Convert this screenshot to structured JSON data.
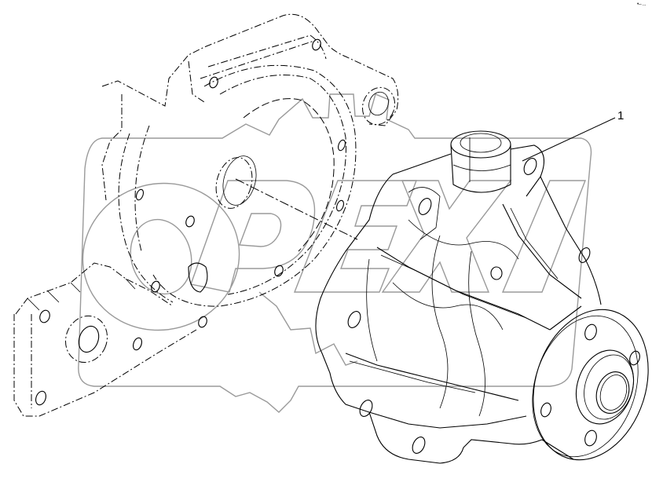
{
  "diagram": {
    "type": "exploded-parts-view",
    "subject": "water pump assembly",
    "background": "#ffffff",
    "line_color": "#000000",
    "watermark": {
      "text": "OPEX",
      "color": "#9a9a9a",
      "style": "outlined gear with italic block letters"
    },
    "callouts": [
      {
        "number": "1",
        "label": "1",
        "target": "water pump"
      }
    ],
    "corner_mark": "•‒ ..."
  },
  "parts": [
    {
      "id": "gasket-housing",
      "name": "pump mounting housing (phantom)",
      "line": "dashed"
    },
    {
      "id": "water-pump",
      "name": "water pump",
      "line": "solid",
      "callout": "1"
    }
  ]
}
